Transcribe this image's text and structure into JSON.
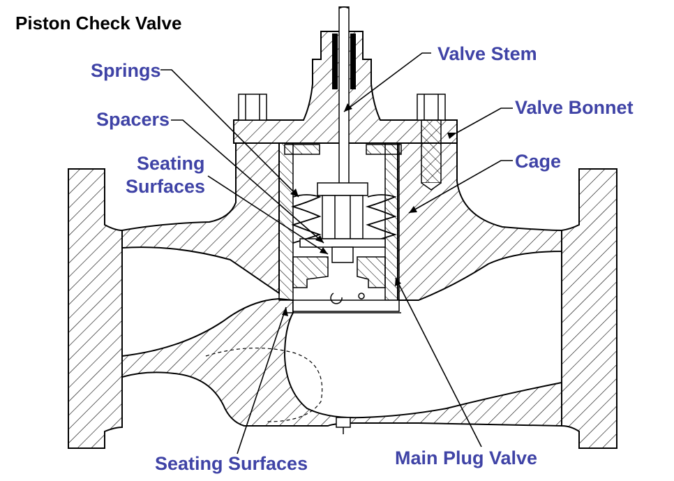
{
  "title": "Piston Check Valve",
  "labels": {
    "springs": "Springs",
    "spacers": "Spacers",
    "seating_surfaces_left_line1": "Seating",
    "seating_surfaces_left_line2": "Surfaces",
    "valve_stem": "Valve Stem",
    "valve_bonnet": "Valve Bonnet",
    "cage": "Cage",
    "seating_surfaces_bottom": "Seating Surfaces",
    "main_plug_valve": "Main Plug Valve"
  },
  "colors": {
    "label": "#3f43a6",
    "title": "#000000",
    "line": "#000000",
    "background": "#ffffff"
  }
}
